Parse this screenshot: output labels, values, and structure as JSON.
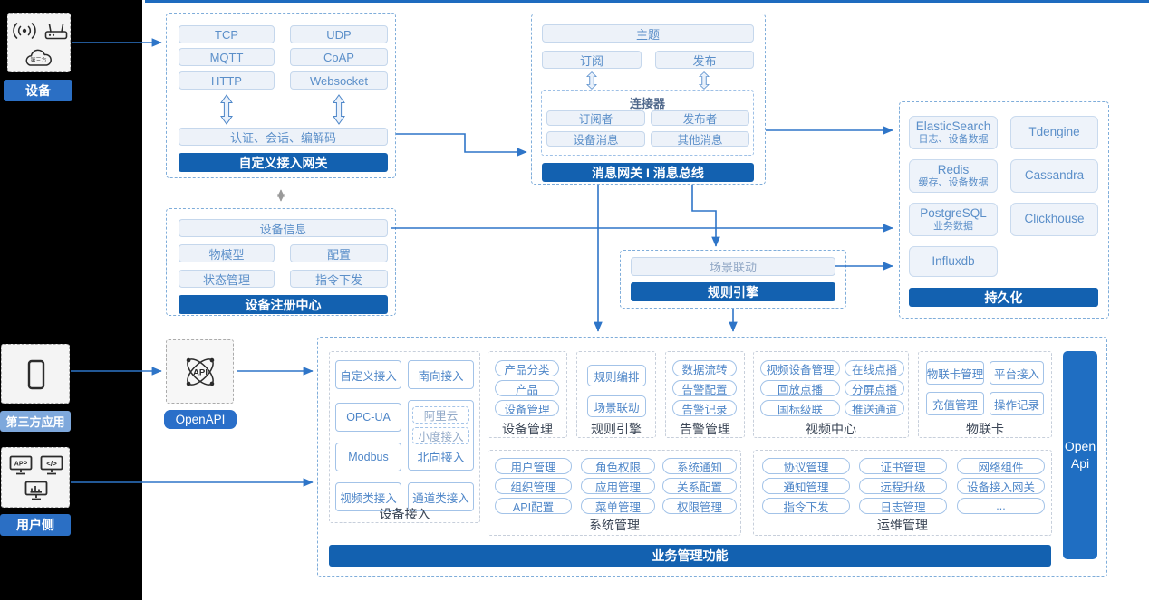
{
  "left_rail": {
    "devices": {
      "label": "设备",
      "cloud_text": "第三方"
    },
    "third_party": {
      "label": "第三方应用"
    },
    "user_side": {
      "label": "用户侧",
      "app_text": "APP",
      "code_text": "</>"
    }
  },
  "gateway": {
    "title": "自定义接入网关",
    "protocols": [
      "TCP",
      "UDP",
      "MQTT",
      "CoAP",
      "HTTP",
      "Websocket"
    ],
    "session": "认证、会话、编解码"
  },
  "message_bus": {
    "title": "消息网关 I 消息总线",
    "topic": "主题",
    "subscribe": "订阅",
    "publish": "发布",
    "connector": {
      "title": "连接器",
      "items": [
        "订阅者",
        "发布者",
        "设备消息",
        "其他消息"
      ]
    }
  },
  "persistence": {
    "title": "持久化",
    "stores": [
      {
        "name": "ElasticSearch",
        "desc": "日志、设备数据"
      },
      {
        "name": "Tdengine",
        "desc": ""
      },
      {
        "name": "Redis",
        "desc": "缓存、设备数据"
      },
      {
        "name": "Cassandra",
        "desc": ""
      },
      {
        "name": "PostgreSQL",
        "desc": "业务数据"
      },
      {
        "name": "Clickhouse",
        "desc": ""
      },
      {
        "name": "Influxdb",
        "desc": ""
      }
    ]
  },
  "registry": {
    "title": "设备注册中心",
    "info": "设备信息",
    "items": [
      "物模型",
      "配置",
      "状态管理",
      "指令下发"
    ]
  },
  "rule_engine": {
    "title": "规则引擎",
    "item": "场景联动"
  },
  "open_api": {
    "label": "OpenAPI",
    "icon_text": "API"
  },
  "business": {
    "title": "业务管理功能",
    "open_api_bar": "Open Api",
    "device_access": {
      "label": "设备接入",
      "items": [
        "自定义接入",
        "南向接入",
        "OPC-UA",
        "Modbus",
        "视频类接入",
        "通道类接入"
      ],
      "north": {
        "label": "北向接入",
        "sub": [
          "阿里云",
          "小度接入"
        ]
      }
    },
    "device_mgmt": {
      "label": "设备管理",
      "items": [
        "产品分类",
        "产品",
        "设备管理"
      ]
    },
    "rule": {
      "label": "规则引擎",
      "items": [
        "规则编排",
        "场景联动"
      ]
    },
    "alarm": {
      "label": "告警管理",
      "items": [
        "数据流转",
        "告警配置",
        "告警记录"
      ]
    },
    "video": {
      "label": "视频中心",
      "items": [
        "视频设备管理",
        "在线点播",
        "回放点播",
        "分屏点播",
        "国标级联",
        "推送通道"
      ]
    },
    "iot_card": {
      "label": "物联卡",
      "items": [
        "物联卡管理",
        "平台接入",
        "充值管理",
        "操作记录"
      ]
    },
    "system": {
      "label": "系统管理",
      "items": [
        "用户管理",
        "角色权限",
        "系统通知",
        "组织管理",
        "应用管理",
        "关系配置",
        "API配置",
        "菜单管理",
        "权限管理"
      ]
    },
    "ops": {
      "label": "运维管理",
      "items": [
        "协议管理",
        "证书管理",
        "网络组件",
        "通知管理",
        "远程升级",
        "设备接入网关",
        "指令下发",
        "日志管理",
        "..."
      ]
    }
  }
}
